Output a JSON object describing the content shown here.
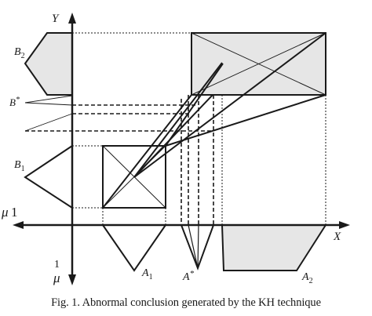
{
  "figure": {
    "axis_labels": {
      "y": "Y",
      "x": "X",
      "mu_left_sym": "μ",
      "mu_left_num": "1",
      "mu_bottom_num": "1",
      "mu_bottom_sym": "μ"
    },
    "set_labels": {
      "B2": {
        "main": "B",
        "sub": "2"
      },
      "Bstar": {
        "main": "B",
        "sup": "*"
      },
      "B1": {
        "main": "B",
        "sub": "1"
      },
      "A1": {
        "main": "A",
        "sub": "1"
      },
      "Astar": {
        "main": "A",
        "sup": "*"
      },
      "A2": {
        "main": "A",
        "sub": "2"
      }
    },
    "caption": "Fig. 1. Abnormal conclusion generated by the KH technique",
    "colors": {
      "ink": "#1a1a1a",
      "shade": "#e6e6e6",
      "background": "#ffffff"
    }
  }
}
